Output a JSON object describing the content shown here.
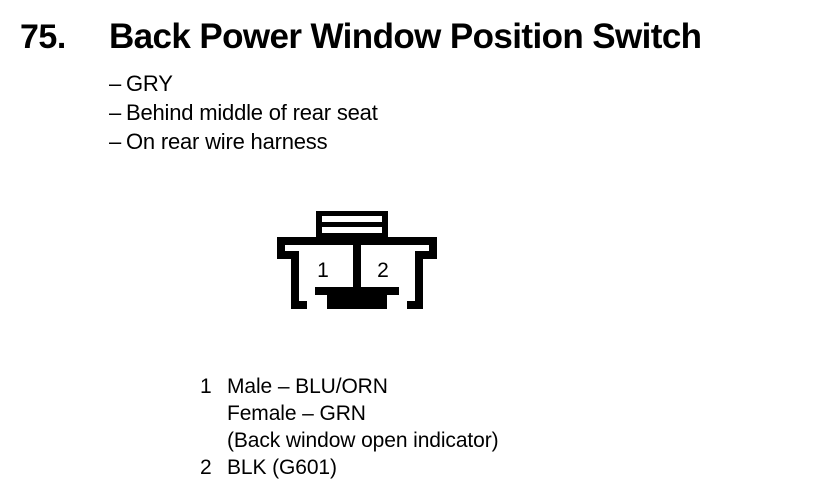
{
  "header": {
    "item_number": "75.",
    "title": "Back Power Window Position Switch"
  },
  "notes": {
    "dash": "–",
    "items": [
      {
        "text": "GRY"
      },
      {
        "text": "Behind middle of rear seat"
      },
      {
        "text": "On rear wire harness"
      }
    ]
  },
  "connector": {
    "name": "two-pin-connector",
    "pin_labels": [
      "1",
      "2"
    ],
    "stroke_color": "#000000",
    "fill_color": "#ffffff"
  },
  "pin_legend": [
    {
      "number": "1",
      "lines": [
        "Male – BLU/ORN",
        "Female – GRN",
        "(Back window open indicator)"
      ]
    },
    {
      "number": "2",
      "lines": [
        "BLK (G601)"
      ]
    }
  ]
}
